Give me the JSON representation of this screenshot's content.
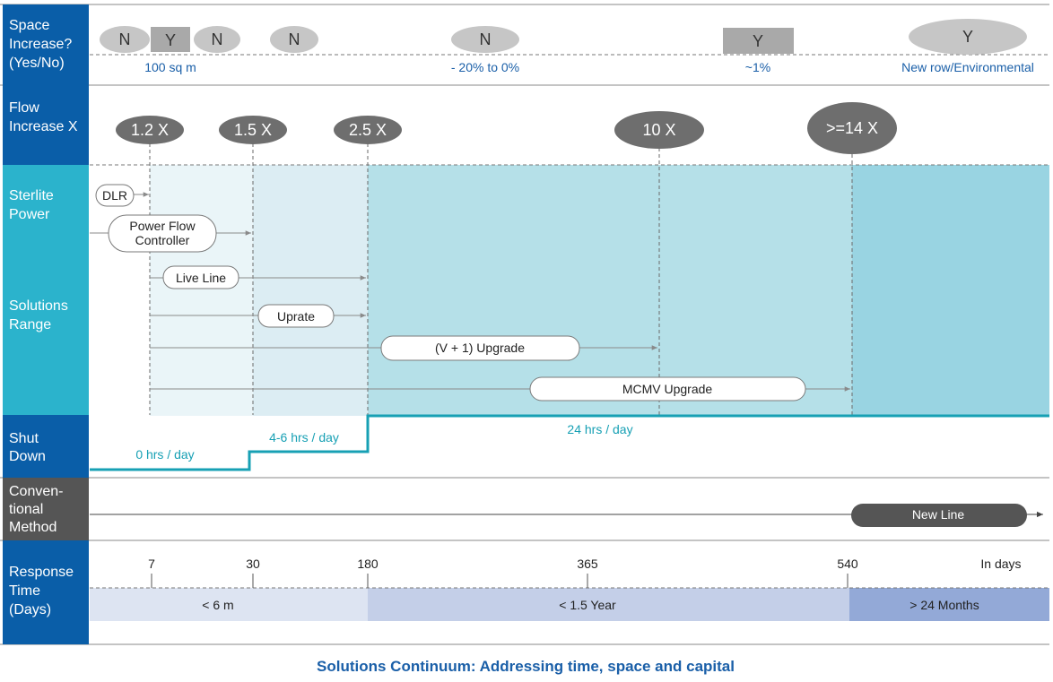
{
  "rows": {
    "space": {
      "label": [
        "Space",
        "Increase?",
        "(Yes/No)"
      ]
    },
    "flow": {
      "label": [
        "Flow",
        "Increase X"
      ]
    },
    "solutions": {
      "label_top": [
        "Sterlite",
        "Power"
      ],
      "label_bottom": [
        "Solutions",
        "Range"
      ]
    },
    "shutdown": {
      "label": [
        "Shut",
        "Down"
      ]
    },
    "conventional": {
      "label": [
        "Conven-",
        "tional",
        "Method"
      ]
    },
    "response": {
      "label": [
        "Response",
        "Time",
        "(Days)"
      ]
    }
  },
  "space_markers": [
    "N",
    "Y",
    "N",
    "N",
    "N",
    "Y",
    "Y"
  ],
  "space_notes": [
    "100 sq m",
    "- 20% to 0%",
    "~1%",
    "New row/Environmental"
  ],
  "flow_markers": [
    "1.2 X",
    "1.5 X",
    "2.5 X",
    "10 X",
    ">=14 X"
  ],
  "solutions": [
    "DLR",
    "Power Flow",
    "Controller",
    "Live Line",
    "Uprate",
    "(V + 1) Upgrade",
    "MCMV Upgrade"
  ],
  "shutdown_labels": [
    "0 hrs / day",
    "4-6 hrs / day",
    "24 hrs / day"
  ],
  "conventional_bar": "New Line",
  "response_ticks": [
    "7",
    "30",
    "180",
    "365",
    "540"
  ],
  "response_unit": "In days",
  "response_bands": [
    "< 6 m",
    "< 1.5 Year",
    "> 24 Months"
  ],
  "caption": "Solutions Continuum: Addressing time, space and capital",
  "colors": {
    "header_blue": "#0a5ea8",
    "header_teal": "#2bb3cc",
    "header_grey": "#555555",
    "marker_grey": "#c6c6c6",
    "marker_dark": "#6e6e6e",
    "shade_1": "#eaf5f8",
    "shade_2": "#dcedf3",
    "shade_3": "#b5e0e8",
    "shade_4": "#99d4e2",
    "step_line": "#17a0b4",
    "band_1": "#dde4f2",
    "band_2": "#c4cfe8",
    "band_3": "#93a9d7",
    "caption": "#1a5fa8"
  }
}
